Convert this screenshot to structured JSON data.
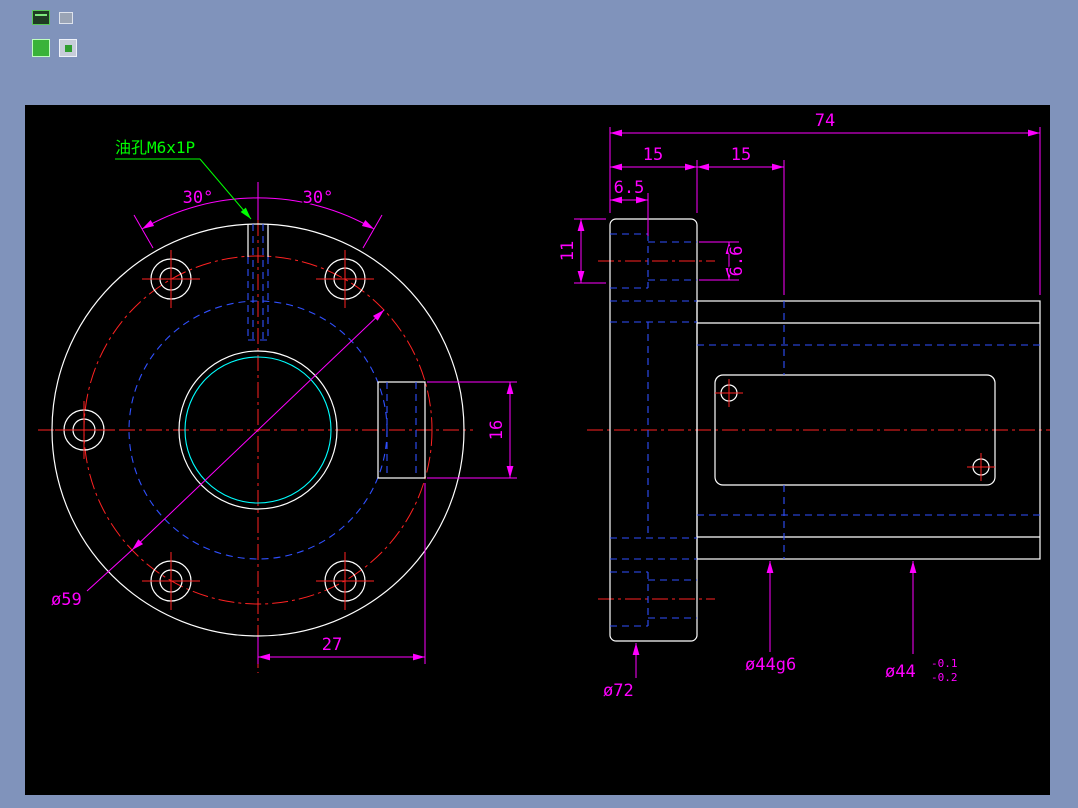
{
  "app": {
    "background_color": "#8093BB",
    "canvas_color": "#000000",
    "desktop_icons": [
      "icon-green-small",
      "icon-gray-small",
      "icon-green-large",
      "icon-gray-large"
    ]
  },
  "colors": {
    "object_lines": "#FFFFFF",
    "hidden_lines": "#3050FF",
    "center_lines": "#FF2222",
    "dimensions": "#FF00FF",
    "annotation": "#00FF00",
    "bore_highlight": "#00FFFF"
  },
  "front_view": {
    "oil_hole_note": "油孔M6x1P",
    "angle_left": "30°",
    "angle_right": "30°",
    "bolt_circle_diameter": "ø59",
    "boss_width": "27",
    "boss_height": "16"
  },
  "side_view": {
    "total_length": "74",
    "flange_thickness": "15",
    "step_length": "15",
    "counterbore_depth": "6.5",
    "edge_distance": "11",
    "bolt_hole_diameter": "6.6",
    "flange_diameter": "ø72",
    "body_diameter_fit": "ø44g6",
    "body_diameter": "ø44",
    "tolerance_upper": "-0.1",
    "tolerance_lower": "-0.2"
  }
}
